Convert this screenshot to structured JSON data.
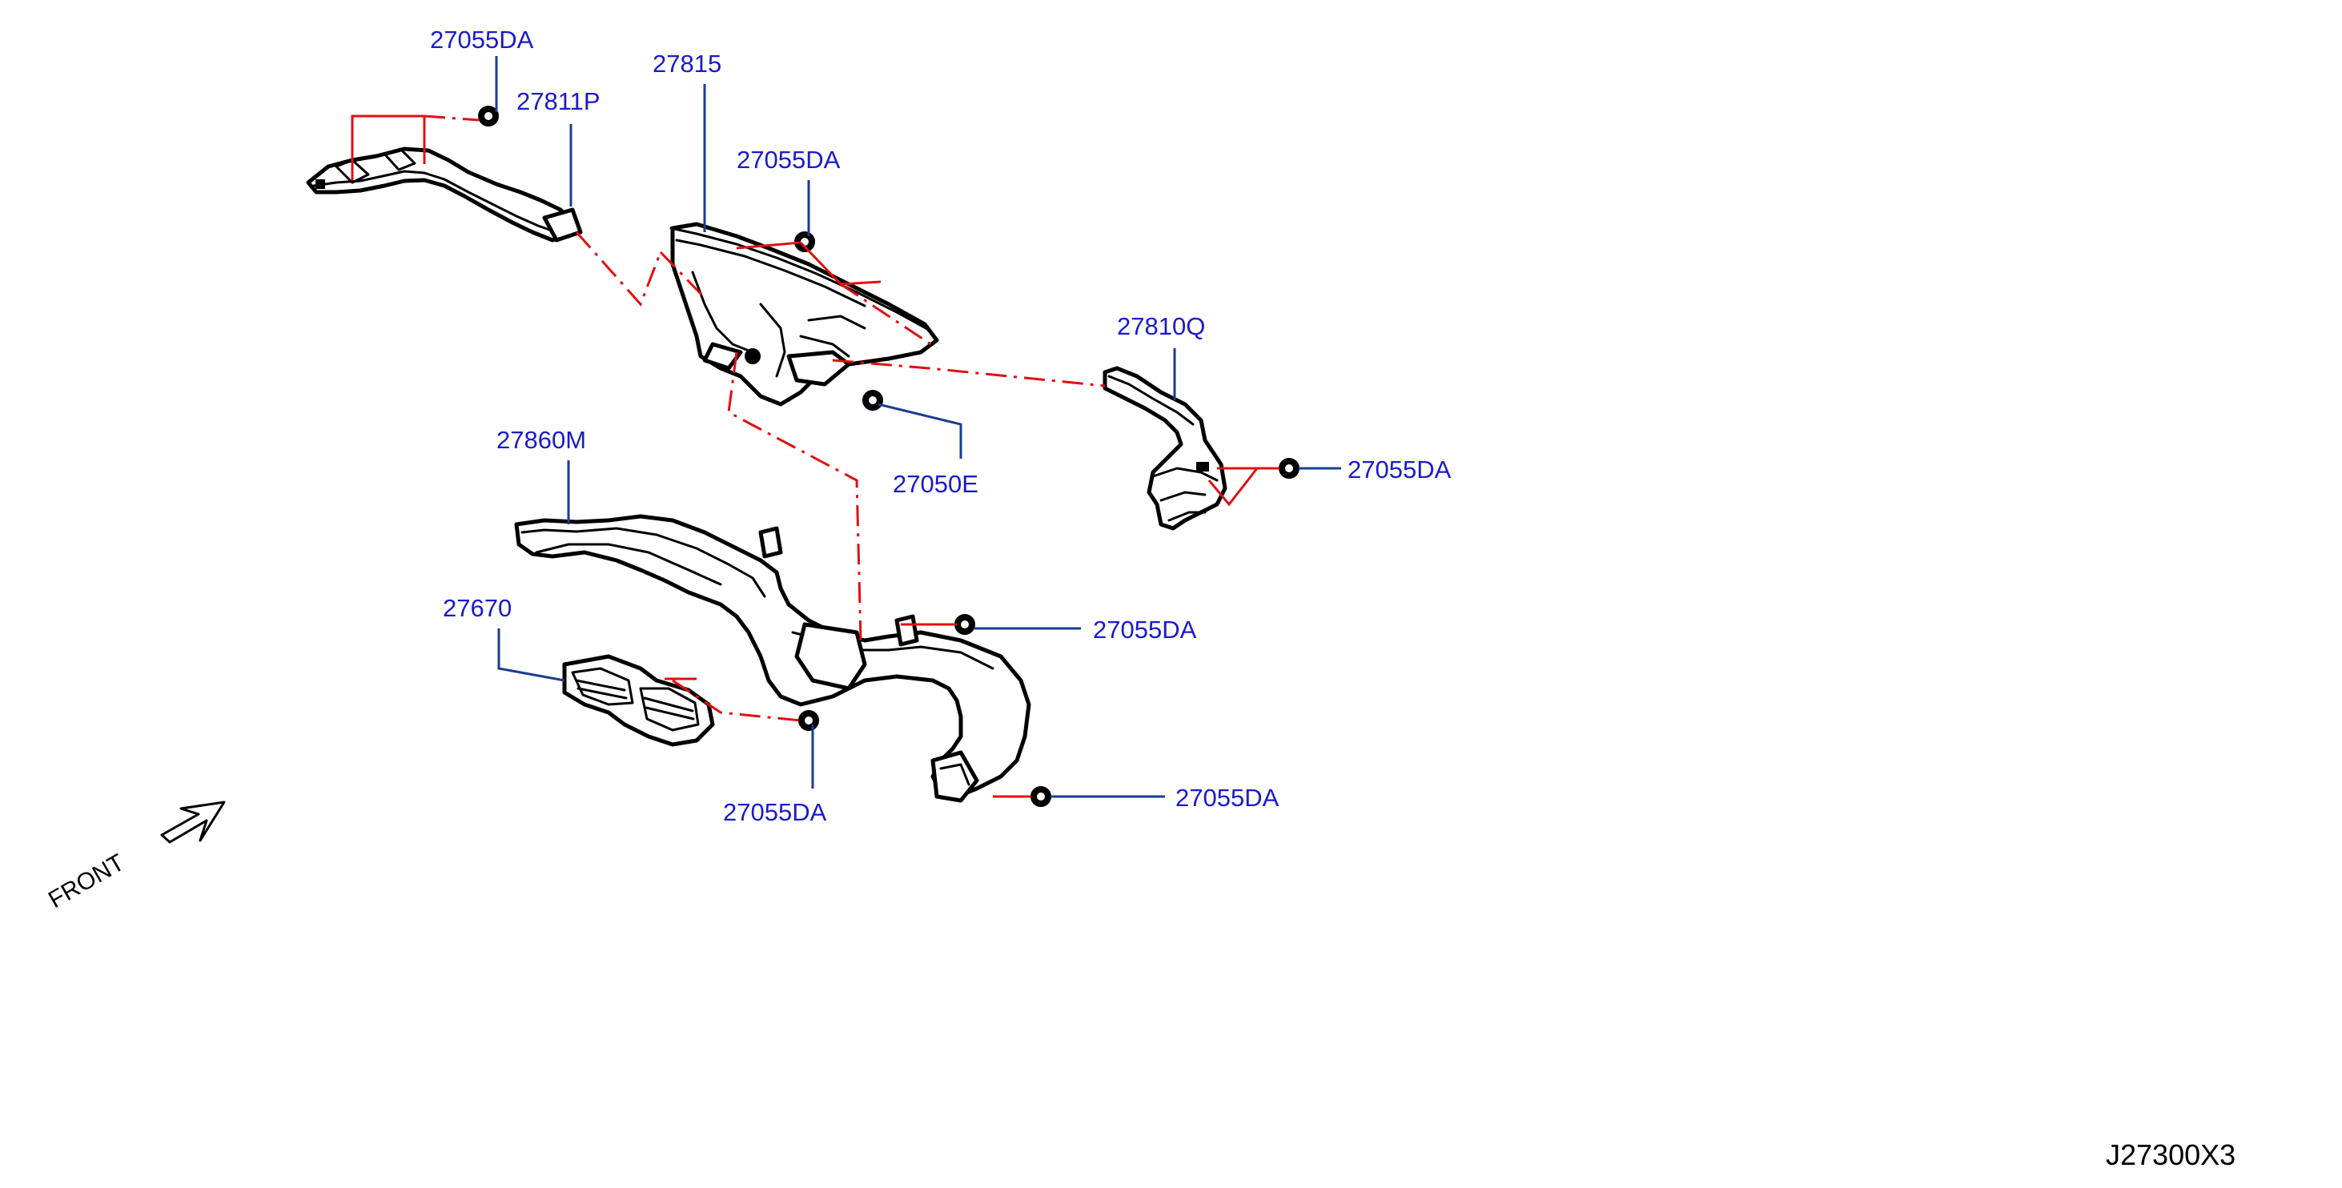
{
  "diagram_id": "J27300X3",
  "front_label": "FRONT",
  "callouts": {
    "c1": "27055DA",
    "c2": "27811P",
    "c3": "27815",
    "c4": "27055DA",
    "c5": "27810Q",
    "c6": "27055DA",
    "c7": "27050E",
    "c8": "27860M",
    "c9": "27670",
    "c10": "27055DA",
    "c11": "27055DA",
    "c12": "27055DA"
  },
  "colors": {
    "label": "#1a1acc",
    "leader_line": "#1a3d8f",
    "phantom_line": "#e01010",
    "part_outline": "#000000"
  }
}
